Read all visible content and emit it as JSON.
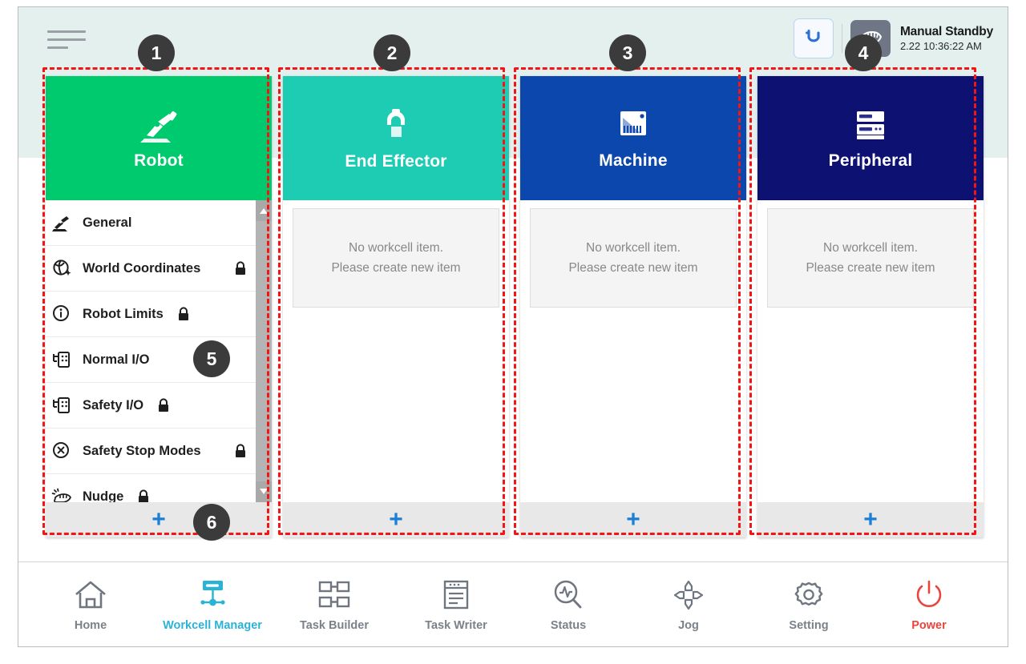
{
  "app": {
    "menu_icon": "hamburger-menu-icon"
  },
  "statusbar": {
    "recycle_icon": "circular-arrow-icon",
    "mode_icon": "hand-manual-mode-icon",
    "mode_title": "Manual Standby",
    "mode_time": "2.22 10:36:22 AM"
  },
  "cards": [
    {
      "title": "Robot",
      "icon": "robot-arm-icon",
      "color": "#00ca6e",
      "empty_line1": "",
      "empty_line2": "",
      "add_label": "+"
    },
    {
      "title": "End Effector",
      "icon": "gripper-icon",
      "color": "#1ecbb3",
      "empty_line1": "No workcell item.",
      "empty_line2": "Please create new item",
      "add_label": "+"
    },
    {
      "title": "Machine",
      "icon": "machine-icon",
      "color": "#0b47ad",
      "empty_line1": "No workcell item.",
      "empty_line2": "Please create new item",
      "add_label": "+"
    },
    {
      "title": "Peripheral",
      "icon": "peripheral-server-icon",
      "color": "#0d1272",
      "empty_line1": "No workcell item.",
      "empty_line2": "Please create new item",
      "add_label": "+"
    }
  ],
  "robot_list": [
    {
      "label": "General",
      "icon": "robot-arm-icon",
      "locked": false
    },
    {
      "label": "World Coordinates",
      "icon": "globe-coordinates-icon",
      "locked": true
    },
    {
      "label": "Robot Limits",
      "icon": "limits-circle-icon",
      "locked": true
    },
    {
      "label": "Normal I/O",
      "icon": "io-port-icon",
      "locked": false
    },
    {
      "label": "Safety I/O",
      "icon": "io-port-icon",
      "locked": true
    },
    {
      "label": "Safety Stop Modes",
      "icon": "stop-octagon-icon",
      "locked": true
    },
    {
      "label": "Nudge",
      "icon": "nudge-hand-icon",
      "locked": true
    }
  ],
  "bottom_nav": {
    "left": [
      {
        "label": "Home",
        "icon": "home-icon",
        "active": false
      },
      {
        "label": "Workcell Manager",
        "icon": "workcell-manager-icon",
        "active": true
      },
      {
        "label": "Task Builder",
        "icon": "task-builder-icon",
        "active": false
      },
      {
        "label": "Task Writer",
        "icon": "task-writer-icon",
        "active": false
      }
    ],
    "right": [
      {
        "label": "Status",
        "icon": "status-magnifier-icon",
        "active": false
      },
      {
        "label": "Jog",
        "icon": "jog-dpad-icon",
        "active": false
      },
      {
        "label": "Setting",
        "icon": "gear-icon",
        "active": false
      },
      {
        "label": "Power",
        "icon": "power-icon",
        "active": false
      }
    ]
  },
  "annotations": {
    "badges": [
      "1",
      "2",
      "3",
      "4",
      "5",
      "6"
    ],
    "color": "#f41414"
  }
}
